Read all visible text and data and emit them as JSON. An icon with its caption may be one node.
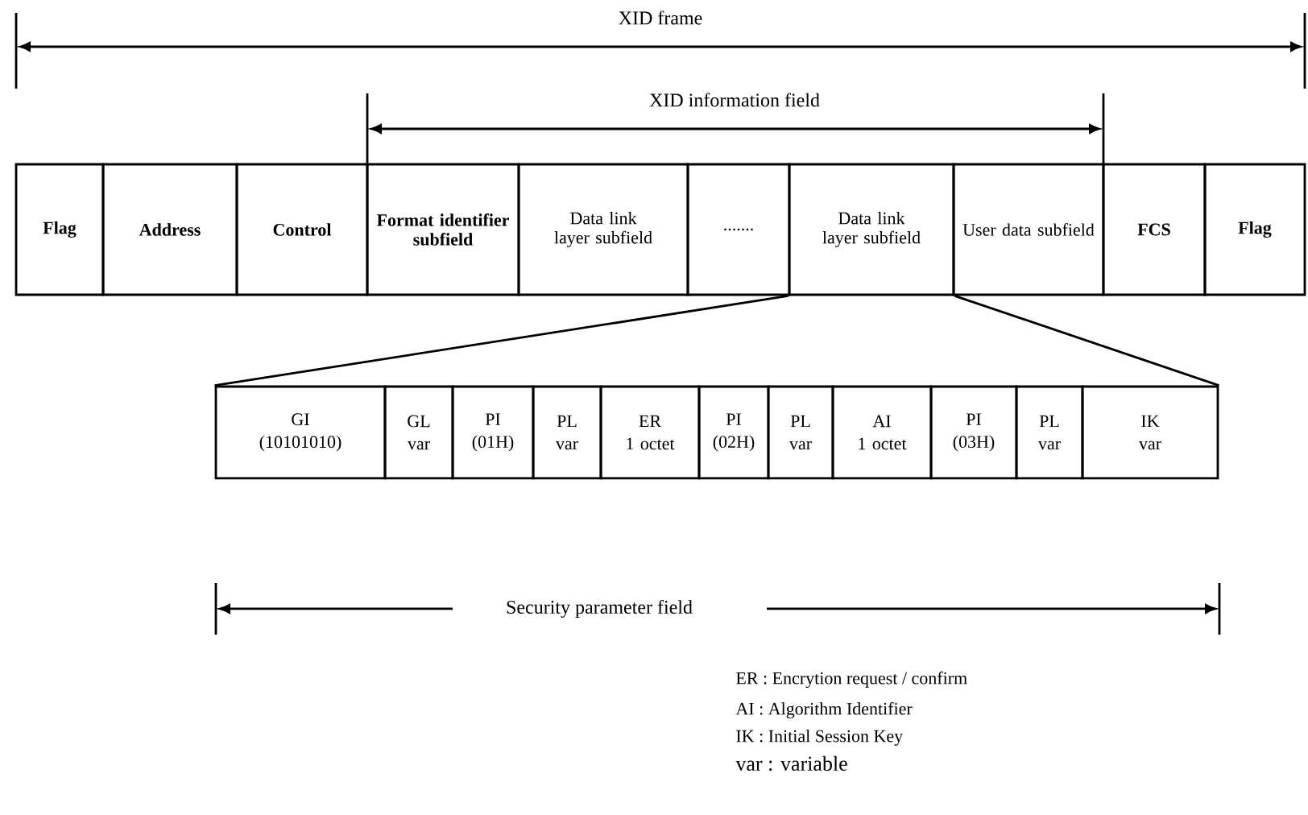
{
  "diagram": {
    "nodes": [
      {
        "text": [
          "Flag"
        ]
      },
      {
        "text": [
          "Address"
        ]
      },
      {
        "text": [
          "Control"
        ]
      },
      {
        "text": [
          "Format identifier subfield"
        ]
      },
      {
        "text": [
          "Data link layer subfield"
        ]
      },
      {
        "text": [
          "......."
        ]
      },
      {
        "text": [
          "Data link layer subfield"
        ]
      },
      {
        "text": [
          "User data subfield"
        ]
      },
      {
        "text": [
          "FCS"
        ]
      },
      {
        "text": [
          "Flag"
        ]
      },
      {
        "text": [
          "GI",
          "(10101010)"
        ]
      },
      {
        "text": [
          "GL",
          "var"
        ]
      },
      {
        "text": [
          "PI",
          "(01H)"
        ]
      },
      {
        "text": [
          "PL",
          "var"
        ]
      },
      {
        "text": [
          "ER",
          "1 octet"
        ]
      },
      {
        "text": [
          "PI",
          "(02H)"
        ]
      },
      {
        "text": [
          "PL",
          "var"
        ]
      },
      {
        "text": [
          "AI",
          "1 octet"
        ]
      },
      {
        "text": [
          "PI",
          "(03H)"
        ]
      },
      {
        "text": [
          "PL",
          "var"
        ]
      },
      {
        "text": [
          "IK",
          "var"
        ]
      }
    ],
    "edges": [
      {
        "from": 6,
        "to": 10,
        "arrow": "none"
      },
      {
        "from": 6,
        "to": 20,
        "arrow": "none"
      }
    ],
    "labels": [
      "XID frame",
      "XID information field",
      "Security parameter field",
      "ER : Encrytion request / confirm",
      "AI : Algorithm Identifier",
      "IK : Initial Session Key",
      "var : variable"
    ]
  }
}
